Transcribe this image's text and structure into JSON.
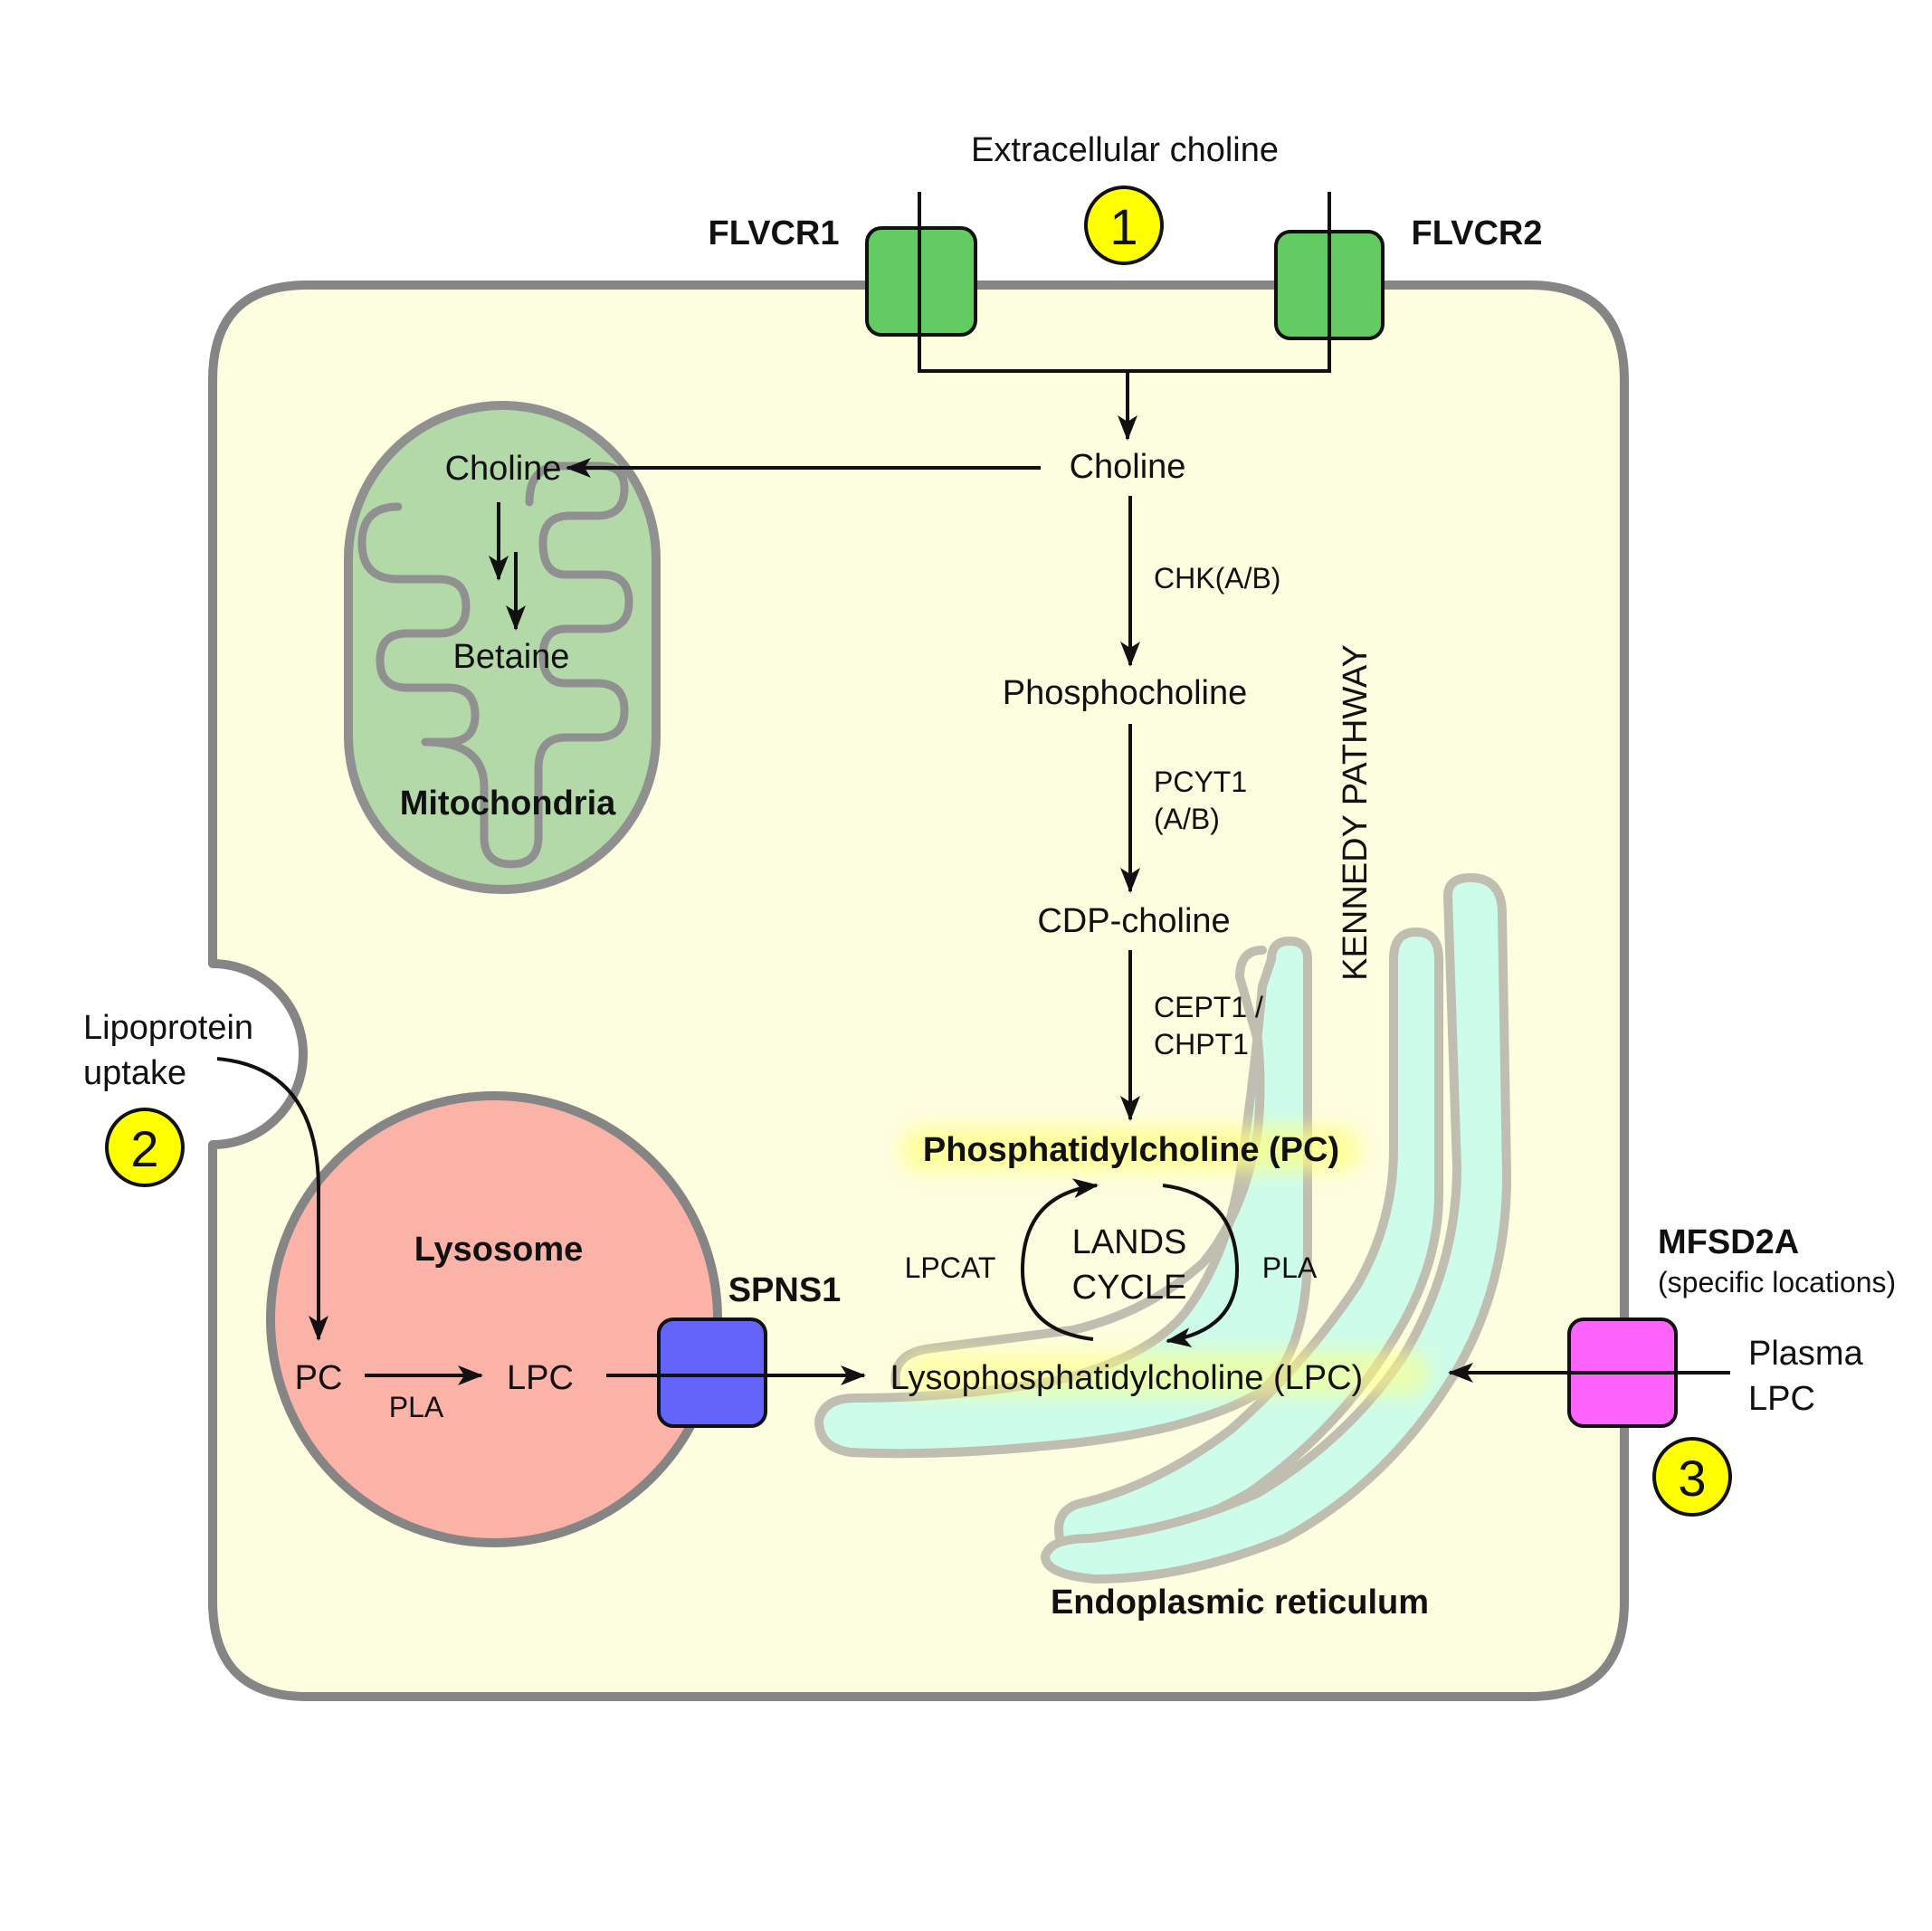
{
  "diagram": {
    "extracellular_choline": "Extracellular choline",
    "transporters": {
      "flvcr1": "FLVCR1",
      "flvcr2": "FLVCR2",
      "spns1": "SPNS1",
      "mfsd2a": "MFSD2A",
      "mfsd2a_note": "(specific locations)"
    },
    "routes": {
      "one": "1",
      "two": "2",
      "three": "3"
    },
    "mitochondria": {
      "title": "Mitochondria",
      "choline": "Choline",
      "betaine": "Betaine"
    },
    "kennedy": {
      "label": "KENNEDY PATHWAY",
      "choline": "Choline",
      "enzyme1": "CHK(A/B)",
      "phosphocholine": "Phosphocholine",
      "enzyme2_line1": "PCYT1",
      "enzyme2_line2": "(A/B)",
      "cdp_choline": "CDP-choline",
      "enzyme3_line1": "CEPT1 /",
      "enzyme3_line2": "CHPT1",
      "pc": "Phosphatidylcholine (PC)"
    },
    "lands_cycle": {
      "line1": "LANDS",
      "line2": "CYCLE",
      "left_enzyme": "LPCAT",
      "right_enzyme": "PLA",
      "lpc": "Lysophosphatidylcholine (LPC)"
    },
    "lipoprotein": {
      "line1": "Lipoprotein",
      "line2": "uptake"
    },
    "lysosome": {
      "title": "Lysosome",
      "pc": "PC",
      "lpc": "LPC",
      "enzyme": "PLA"
    },
    "plasma": {
      "line1": "Plasma",
      "line2": "LPC"
    },
    "er_label": "Endoplasmic reticulum"
  },
  "colors": {
    "cell_fill": "#fdfde0",
    "membrane": "#858585",
    "flvcr": "#62cc62",
    "spns1": "#6464fa",
    "mfsd2a": "#fd64fd",
    "badge": "#ffff00",
    "mito_fill": "#b3d9a8",
    "lysosome_fill": "#fbb3a8",
    "er_fill": "#cefcea",
    "highlight": "#ffff80"
  }
}
